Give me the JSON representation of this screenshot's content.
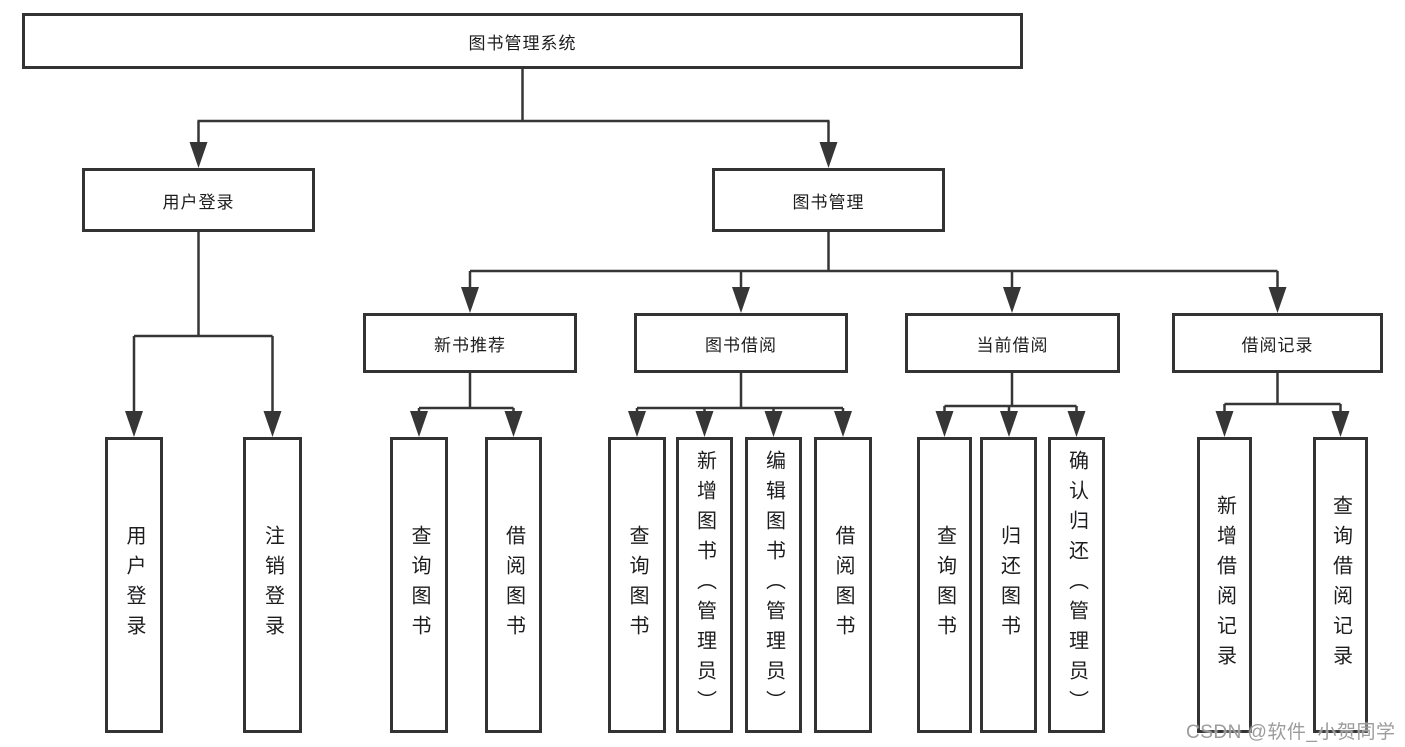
{
  "nodes": {
    "root": "图书管理系统",
    "level2": [
      "用户登录",
      "图书管理"
    ],
    "level3": [
      "新书推荐",
      "图书借阅",
      "当前借阅",
      "借阅记录"
    ],
    "leaves_user_login": [
      "用户登录",
      "注销登录"
    ],
    "leaves_new_books": [
      "查询图书",
      "借阅图书"
    ],
    "leaves_book_borrowing": [
      "查询图书",
      "新增图书（管理员）",
      "编辑图书（管理员）",
      "借阅图书"
    ],
    "leaves_current_borrowing": [
      "查询图书",
      "归还图书",
      "确认归还（管理员）"
    ],
    "leaves_borrow_records": [
      "新增借阅记录",
      "查询借阅记录"
    ]
  },
  "watermark": "CSDN @软件_小贺同学",
  "colors": {
    "line": "#363636",
    "text": "#1d1d1f",
    "watermark": "#9c9c9c",
    "background": "#ffffff"
  }
}
